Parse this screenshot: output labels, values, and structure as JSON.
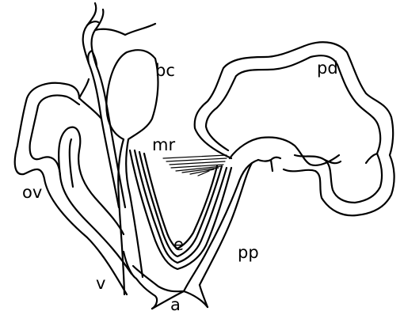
{
  "figure": {
    "labels": {
      "bc": "bc",
      "pd": "pd",
      "mr": "mr",
      "ov": "ov",
      "e": "e",
      "pp": "pp",
      "v": "v",
      "a": "a"
    },
    "colors": {
      "stroke": "#000000",
      "background": "#ffffff"
    }
  }
}
